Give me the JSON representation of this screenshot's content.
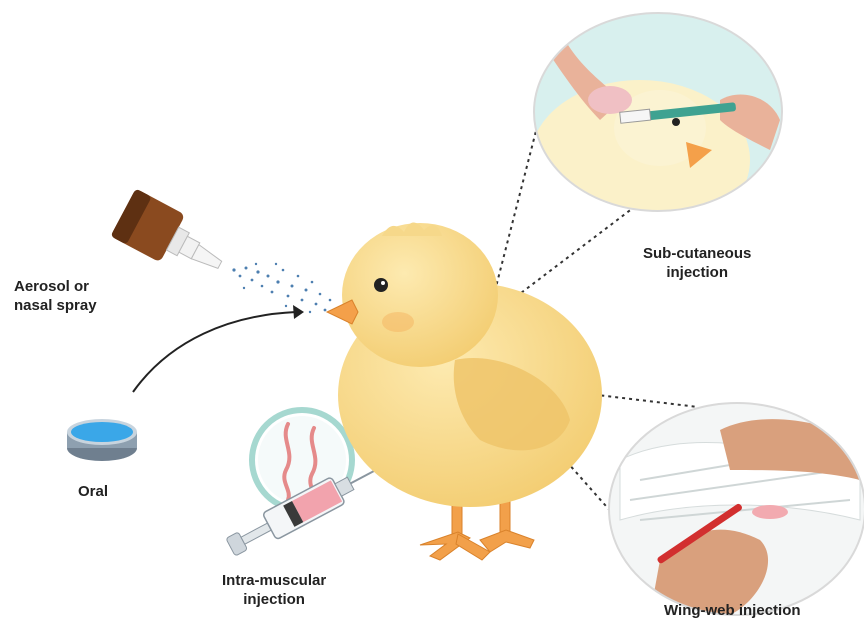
{
  "labels": {
    "aerosol_line1": "Aerosol or",
    "aerosol_line2": "nasal spray",
    "oral": "Oral",
    "intramuscular_line1": "Intra-muscular",
    "intramuscular_line2": "injection",
    "subcutaneous_line1": "Sub-cutaneous",
    "subcutaneous_line2": "injection",
    "wingweb": "Wing-web injection"
  },
  "colors": {
    "chick_body": "#f8d98a",
    "chick_shade": "#eec46a",
    "beak": "#f4a04a",
    "legs": "#f2a04a",
    "oral_liquid": "#3aa7e8",
    "syringe_fluid": "#f2a3ad",
    "pointer_lines": "#333333",
    "spray_droplets": "#4d7fb0"
  },
  "icons": [
    "spray-bottle-icon",
    "petri-dish-icon",
    "syringe-icon",
    "petri-dish-worms-icon"
  ]
}
